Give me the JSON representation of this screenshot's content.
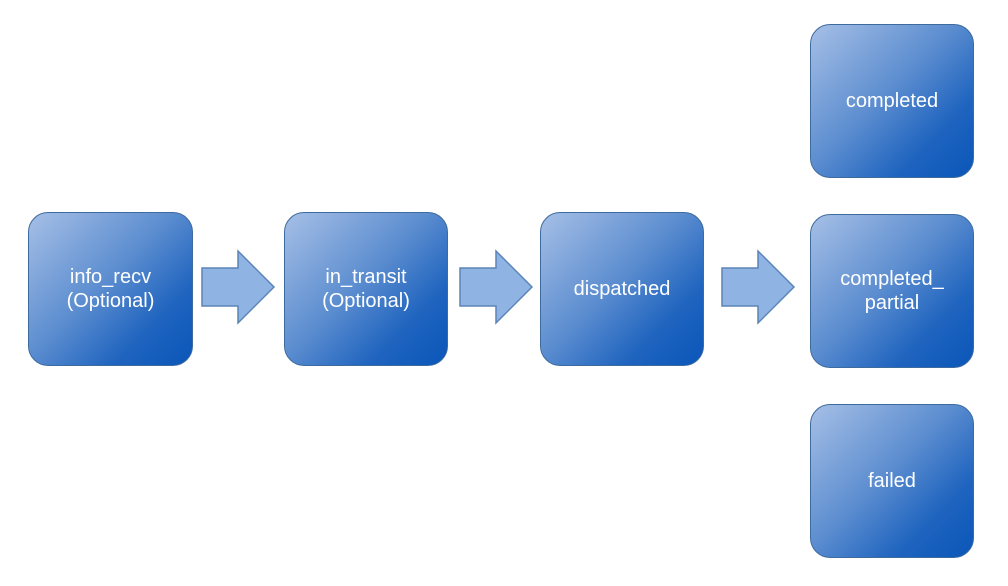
{
  "diagram": {
    "nodes": {
      "info_recv": {
        "label": "info_recv\n(Optional)"
      },
      "in_transit": {
        "label": "in_transit\n(Optional)"
      },
      "dispatched": {
        "label": "dispatched"
      },
      "completed": {
        "label": "completed"
      },
      "completed_partial": {
        "label": "completed_\npartial"
      },
      "failed": {
        "label": "failed"
      }
    },
    "colors": {
      "node_gradient_light": "#a6bfe6",
      "node_gradient_dark": "#0a56b9",
      "node_border": "#3d6b9e",
      "arrow_fill": "#8fb4e3",
      "arrow_stroke": "#5b84b8",
      "label_text": "#ffffff"
    }
  }
}
